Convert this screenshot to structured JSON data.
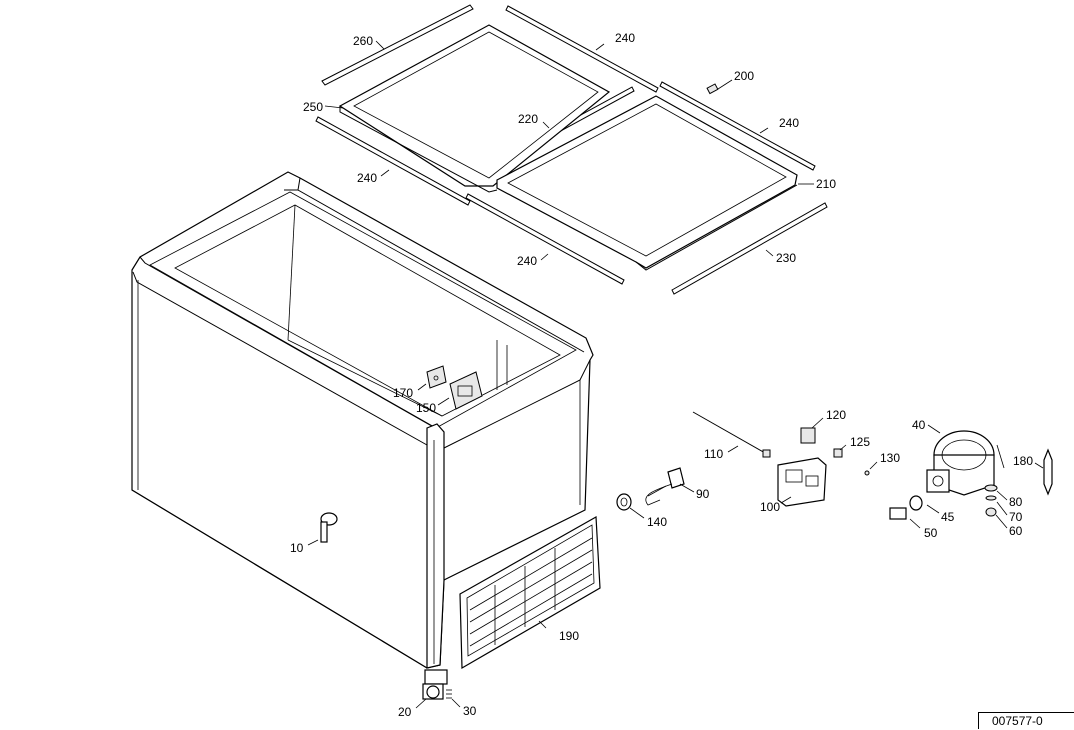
{
  "drawing_number": "007577-0",
  "callouts": {
    "p10": "10",
    "p20": "20",
    "p30": "30",
    "p40": "40",
    "p45": "45",
    "p50": "50",
    "p60": "60",
    "p70": "70",
    "p80": "80",
    "p90": "90",
    "p100": "100",
    "p110": "110",
    "p120": "120",
    "p125": "125",
    "p130": "130",
    "p140": "140",
    "p150": "150",
    "p170": "170",
    "p180": "180",
    "p190": "190",
    "p200": "200",
    "p210": "210",
    "p220": "220",
    "p230": "230",
    "p240a": "240",
    "p240b": "240",
    "p240c": "240",
    "p240d": "240",
    "p250": "250",
    "p260": "260"
  }
}
